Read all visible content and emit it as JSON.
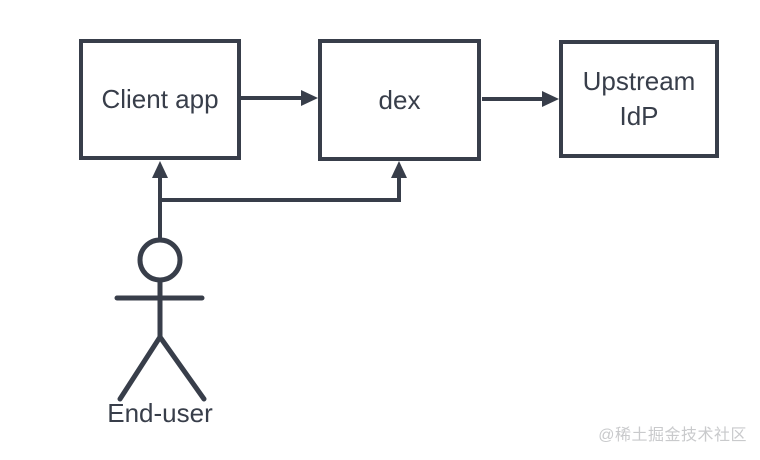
{
  "diagram": {
    "nodes": [
      {
        "id": "client-app",
        "label": "Client app"
      },
      {
        "id": "dex",
        "label": "dex"
      },
      {
        "id": "upstream-idp",
        "label": "Upstream IdP"
      }
    ],
    "actor": {
      "label": "End-user"
    },
    "connections": [
      {
        "from": "client-app",
        "to": "dex"
      },
      {
        "from": "dex",
        "to": "upstream-idp"
      },
      {
        "from": "end-user",
        "to": "client-app"
      },
      {
        "from": "end-user",
        "to": "dex"
      }
    ],
    "watermark": "@稀土掘金技术社区"
  },
  "colors": {
    "stroke": "#383e4a",
    "text": "#383e4a",
    "box-fill": "#ffffff",
    "background": "#ffffff",
    "watermark": "#c9cacc"
  }
}
